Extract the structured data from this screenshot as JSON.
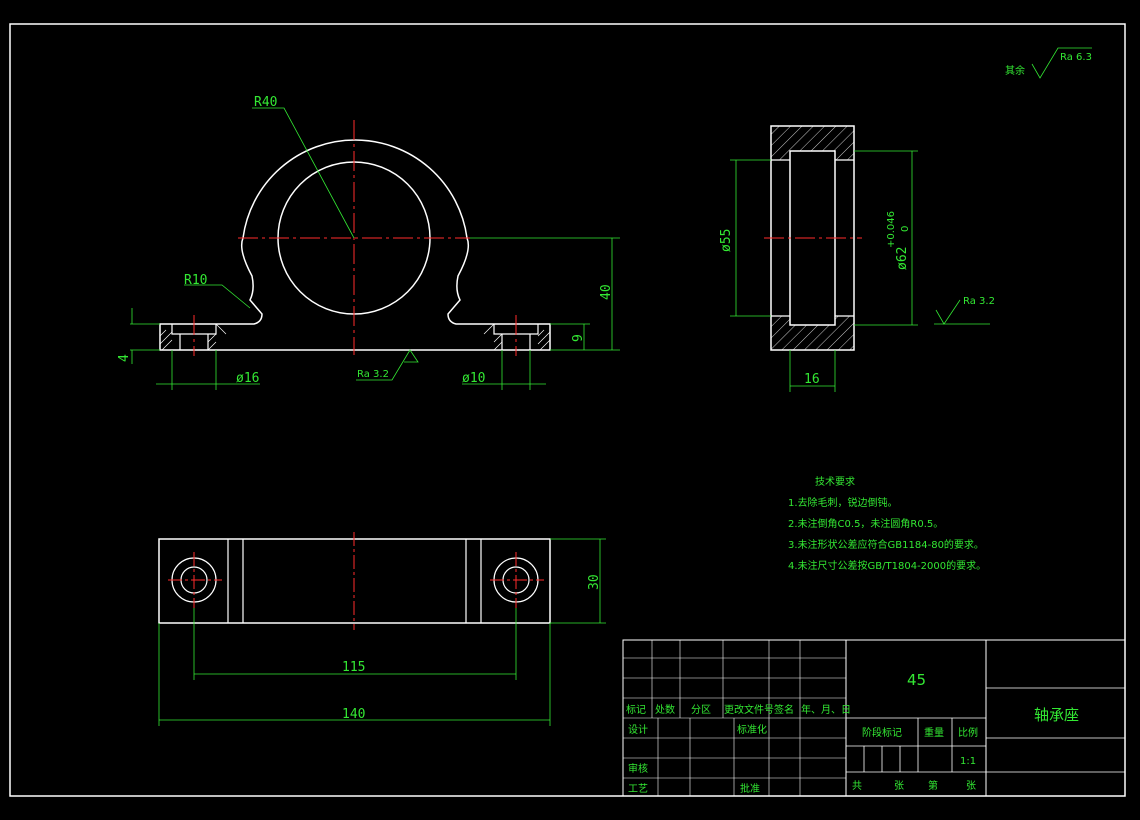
{
  "dimensions": {
    "r40": "R40",
    "r10": "R10",
    "d16": "ø16",
    "d10": "ø10",
    "h40": "40",
    "h9": "9",
    "h4": "4",
    "ra_bottom": "Ra 3.2",
    "d55": "ø55",
    "d62": "ø62",
    "d62_tol_upper": "+0.046",
    "d62_tol_lower": "0",
    "w16": "16",
    "ra_side": "Ra 3.2",
    "h30": "30",
    "l115": "115",
    "l140": "140"
  },
  "roughness_note": {
    "prefix": "其余",
    "value": "Ra 6.3"
  },
  "technical_requirements": {
    "title": "技术要求",
    "items": [
      "1.去除毛刺，锐边倒钝。",
      "2.未注倒角C0.5，未注圆角R0.5。",
      "3.未注形状公差应符合GB1184-80的要求。",
      "4.未注尺寸公差按GB/T1804-2000的要求。"
    ]
  },
  "title_block": {
    "material": "45",
    "part_name": "轴承座",
    "col_labels": [
      "标记",
      "处数",
      "分区",
      "更改文件号",
      "签名",
      "年、月、日"
    ],
    "design": "设计",
    "standardization": "标准化",
    "review": "审核",
    "process": "工艺",
    "approval": "批准",
    "stage_mark": "阶段标记",
    "weight": "重量",
    "scale": "比例",
    "scale_value": "1:1",
    "total": "共",
    "sheets": "张",
    "sheet_no": "第",
    "sheets2": "张"
  }
}
